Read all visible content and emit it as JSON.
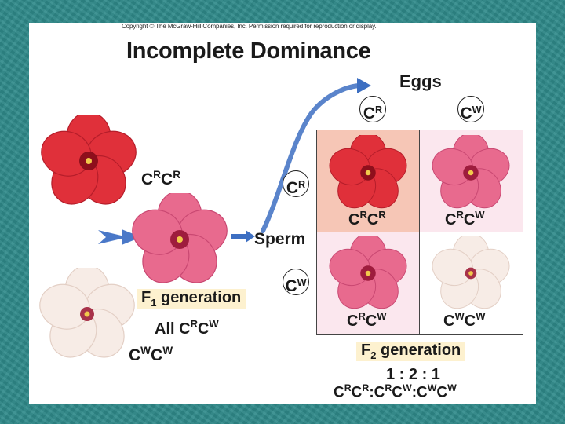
{
  "copyright": "Copyright © The McGraw-Hill Companies, Inc. Permission required for reproduction or display.",
  "title": "Incomplete Dominance",
  "eggs_label": "Eggs",
  "sperm_label": "Sperm",
  "allele_R": "C",
  "allele_R_sup": "R",
  "allele_W": "C",
  "allele_W_sup": "W",
  "parent_red_genotype": {
    "base1": "C",
    "sup1": "R",
    "base2": "C",
    "sup2": "R"
  },
  "parent_white_genotype": {
    "base1": "C",
    "sup1": "W",
    "base2": "C",
    "sup2": "W"
  },
  "f1": {
    "label_base": "F",
    "label_sub": "1",
    "label_rest": " generation",
    "all_text": "All ",
    "genotype": {
      "base1": "C",
      "sup1": "R",
      "base2": "C",
      "sup2": "W"
    }
  },
  "punnett": {
    "cells": [
      {
        "base1": "C",
        "sup1": "R",
        "base2": "C",
        "sup2": "R",
        "color": "red"
      },
      {
        "base1": "C",
        "sup1": "R",
        "base2": "C",
        "sup2": "W",
        "color": "pink"
      },
      {
        "base1": "C",
        "sup1": "R",
        "base2": "C",
        "sup2": "W",
        "color": "pink"
      },
      {
        "base1": "C",
        "sup1": "W",
        "base2": "C",
        "sup2": "W",
        "color": "white"
      }
    ]
  },
  "f2": {
    "label_base": "F",
    "label_sub": "2",
    "label_rest": " generation",
    "ratio": "1 : 2 : 1",
    "ratio_genotypes": [
      {
        "base1": "C",
        "sup1": "R",
        "base2": "C",
        "sup2": "R"
      },
      {
        "base1": "C",
        "sup1": "R",
        "base2": "C",
        "sup2": "W"
      },
      {
        "base1": "C",
        "sup1": "W",
        "base2": "C",
        "sup2": "W"
      }
    ],
    "ratio_separator": ":"
  },
  "colors": {
    "red_petal": "#e0303a",
    "pink_petal": "#e86a8e",
    "white_petal": "#f7ece6",
    "arrow_blue": "#3d6fc2",
    "background": "#2f8a8a"
  }
}
